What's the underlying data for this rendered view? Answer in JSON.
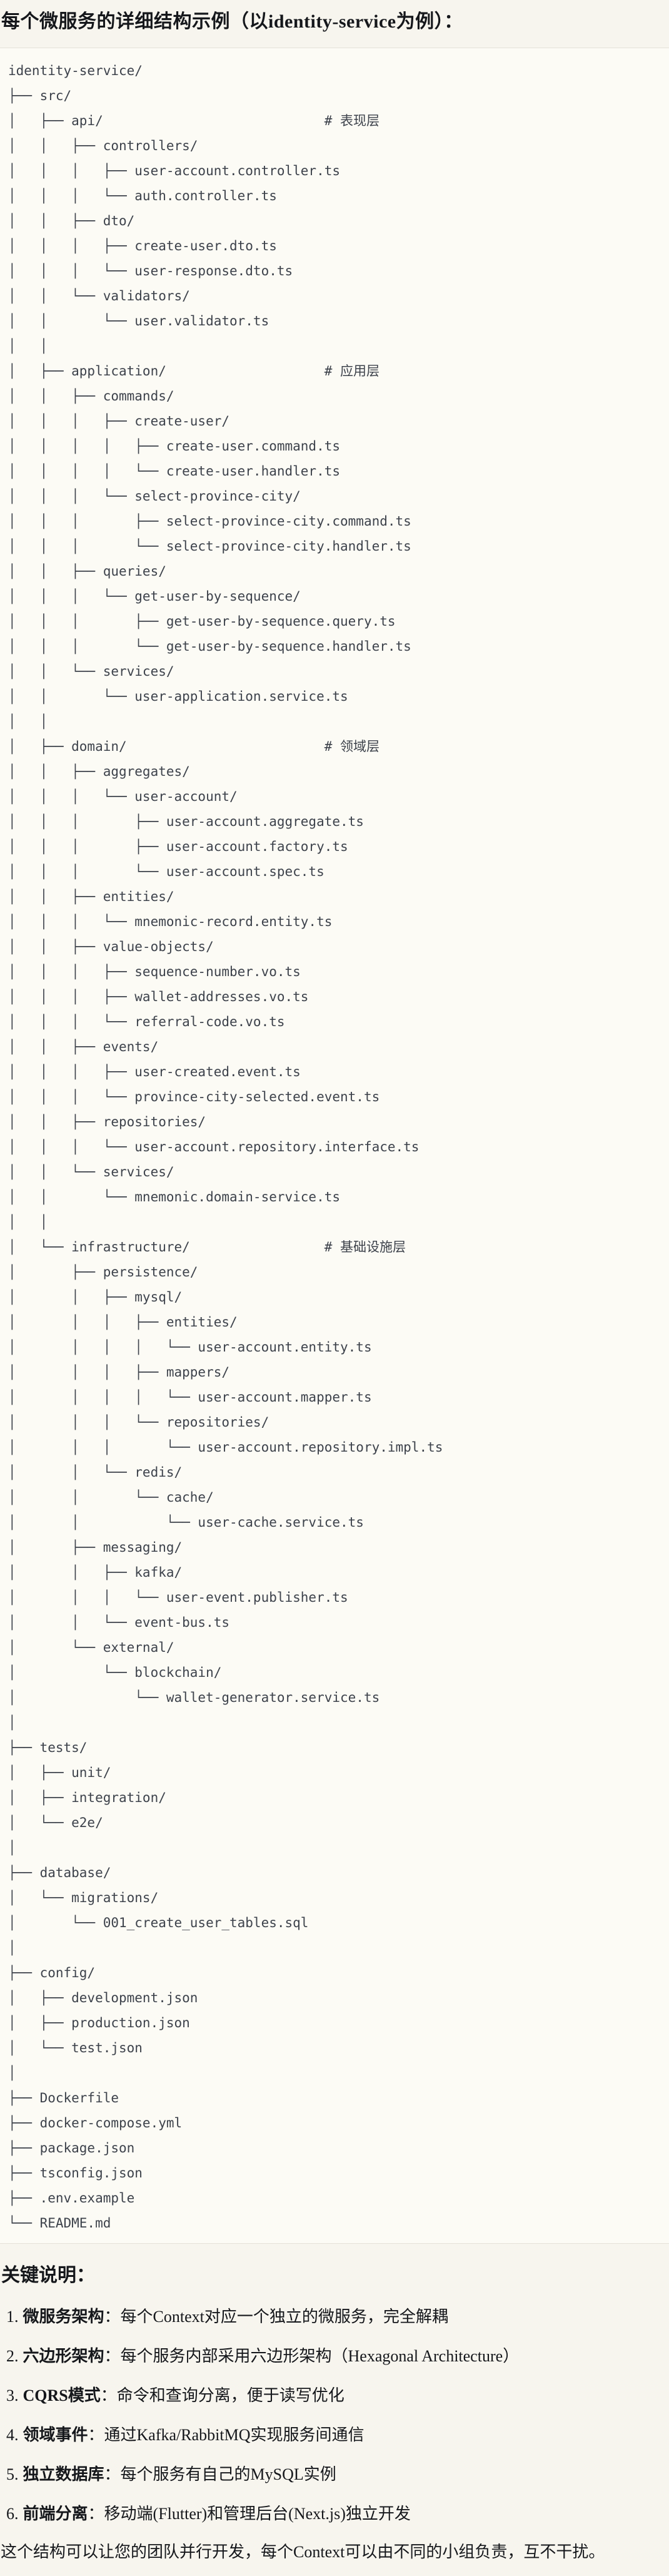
{
  "title": "每个微服务的详细结构示例（以identity-service为例）：",
  "colors": {
    "page_background": "#f7f5ee",
    "code_background": "#fcfbf5",
    "code_border": "#e5e2d8",
    "tree_text": "#3d424b",
    "body_text": "#15171b"
  },
  "tree": {
    "lines": [
      "identity-service/",
      "├── src/",
      "│   ├── api/                            # 表现层",
      "│   │   ├── controllers/",
      "│   │   │   ├── user-account.controller.ts",
      "│   │   │   └── auth.controller.ts",
      "│   │   ├── dto/",
      "│   │   │   ├── create-user.dto.ts",
      "│   │   │   └── user-response.dto.ts",
      "│   │   └── validators/",
      "│   │       └── user.validator.ts",
      "│   │",
      "│   ├── application/                    # 应用层",
      "│   │   ├── commands/",
      "│   │   │   ├── create-user/",
      "│   │   │   │   ├── create-user.command.ts",
      "│   │   │   │   └── create-user.handler.ts",
      "│   │   │   └── select-province-city/",
      "│   │   │       ├── select-province-city.command.ts",
      "│   │   │       └── select-province-city.handler.ts",
      "│   │   ├── queries/",
      "│   │   │   └── get-user-by-sequence/",
      "│   │   │       ├── get-user-by-sequence.query.ts",
      "│   │   │       └── get-user-by-sequence.handler.ts",
      "│   │   └── services/",
      "│   │       └── user-application.service.ts",
      "│   │",
      "│   ├── domain/                         # 领域层",
      "│   │   ├── aggregates/",
      "│   │   │   └── user-account/",
      "│   │   │       ├── user-account.aggregate.ts",
      "│   │   │       ├── user-account.factory.ts",
      "│   │   │       └── user-account.spec.ts",
      "│   │   ├── entities/",
      "│   │   │   └── mnemonic-record.entity.ts",
      "│   │   ├── value-objects/",
      "│   │   │   ├── sequence-number.vo.ts",
      "│   │   │   ├── wallet-addresses.vo.ts",
      "│   │   │   └── referral-code.vo.ts",
      "│   │   ├── events/",
      "│   │   │   ├── user-created.event.ts",
      "│   │   │   └── province-city-selected.event.ts",
      "│   │   ├── repositories/",
      "│   │   │   └── user-account.repository.interface.ts",
      "│   │   └── services/",
      "│   │       └── mnemonic.domain-service.ts",
      "│   │",
      "│   └── infrastructure/                 # 基础设施层",
      "│       ├── persistence/",
      "│       │   ├── mysql/",
      "│       │   │   ├── entities/",
      "│       │   │   │   └── user-account.entity.ts",
      "│       │   │   ├── mappers/",
      "│       │   │   │   └── user-account.mapper.ts",
      "│       │   │   └── repositories/",
      "│       │   │       └── user-account.repository.impl.ts",
      "│       │   └── redis/",
      "│       │       └── cache/",
      "│       │           └── user-cache.service.ts",
      "│       ├── messaging/",
      "│       │   ├── kafka/",
      "│       │   │   └── user-event.publisher.ts",
      "│       │   └── event-bus.ts",
      "│       └── external/",
      "│           └── blockchain/",
      "│               └── wallet-generator.service.ts",
      "│",
      "├── tests/",
      "│   ├── unit/",
      "│   ├── integration/",
      "│   └── e2e/",
      "│",
      "├── database/",
      "│   └── migrations/",
      "│       └── 001_create_user_tables.sql",
      "│",
      "├── config/",
      "│   ├── development.json",
      "│   ├── production.json",
      "│   └── test.json",
      "│",
      "├── Dockerfile",
      "├── docker-compose.yml",
      "├── package.json",
      "├── tsconfig.json",
      "├── .env.example",
      "└── README.md"
    ]
  },
  "notes": {
    "heading": "关键说明：",
    "items": [
      {
        "marker": "1.",
        "term": "微服务架构",
        "sep": "：",
        "desc": "每个Context对应一个独立的微服务，完全解耦"
      },
      {
        "marker": "2.",
        "term": "六边形架构",
        "sep": "：",
        "desc": "每个服务内部采用六边形架构（Hexagonal Architecture）"
      },
      {
        "marker": "3.",
        "term": "CQRS模式",
        "sep": "：",
        "desc": "命令和查询分离，便于读写优化"
      },
      {
        "marker": "4.",
        "term": "领域事件",
        "sep": "：",
        "desc": "通过Kafka/RabbitMQ实现服务间通信"
      },
      {
        "marker": "5.",
        "term": "独立数据库",
        "sep": "：",
        "desc": "每个服务有自己的MySQL实例"
      },
      {
        "marker": "6.",
        "term": "前端分离",
        "sep": "：",
        "desc": "移动端(Flutter)和管理后台(Next.js)独立开发"
      }
    ],
    "footer": "这个结构可以让您的团队并行开发，每个Context可以由不同的小组负责，互不干扰。"
  }
}
